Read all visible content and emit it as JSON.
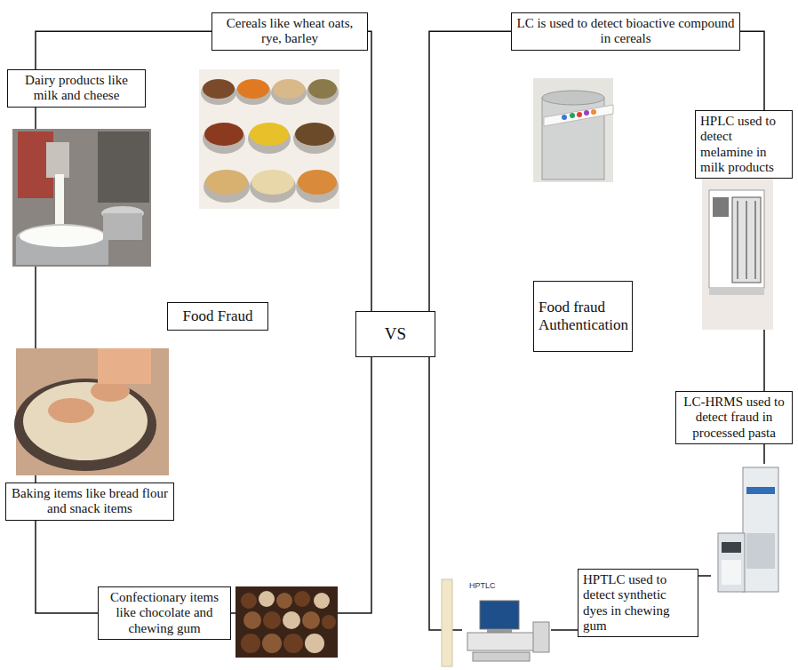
{
  "diagram": {
    "nodes": [
      {
        "text": [
          "Cereals like wheat oats, rye, barley"
        ]
      },
      {
        "text": [
          "Dairy products like milk and cheese"
        ]
      },
      {
        "text": [
          "Food Fraud"
        ]
      },
      {
        "text": [
          "Baking items like bread flour and snack items"
        ]
      },
      {
        "text": [
          "Confectionary items like chocolate and chewing gum"
        ]
      },
      {
        "text": [
          "VS"
        ]
      },
      {
        "text": [
          "LC is used to detect bioactive compound in cereals"
        ]
      },
      {
        "text": [
          "HPLC used to detect melamine in milk products"
        ]
      },
      {
        "text": [
          "Food fraud Authentication"
        ]
      },
      {
        "text": [
          "LC-HRMS used to detect fraud in processed pasta"
        ]
      },
      {
        "text": [
          "HPTLC used to detect synthetic dyes in chewing gum"
        ]
      }
    ],
    "edges": [
      {
        "from": 0,
        "to": 1,
        "arrow": "none"
      },
      {
        "from": 1,
        "to": 3,
        "arrow": "none"
      },
      {
        "from": 3,
        "to": 4,
        "arrow": "none"
      },
      {
        "from": 0,
        "to": 5,
        "arrow": "none"
      },
      {
        "from": 5,
        "to": 4,
        "arrow": "none"
      },
      {
        "from": 5,
        "to": 6,
        "arrow": "none"
      },
      {
        "from": 5,
        "to": 10,
        "arrow": "none"
      },
      {
        "from": 6,
        "to": 7,
        "arrow": "none"
      },
      {
        "from": 7,
        "to": 9,
        "arrow": "none"
      },
      {
        "from": 9,
        "to": 10,
        "arrow": "none"
      }
    ],
    "labels": [
      "HPTLC"
    ]
  }
}
